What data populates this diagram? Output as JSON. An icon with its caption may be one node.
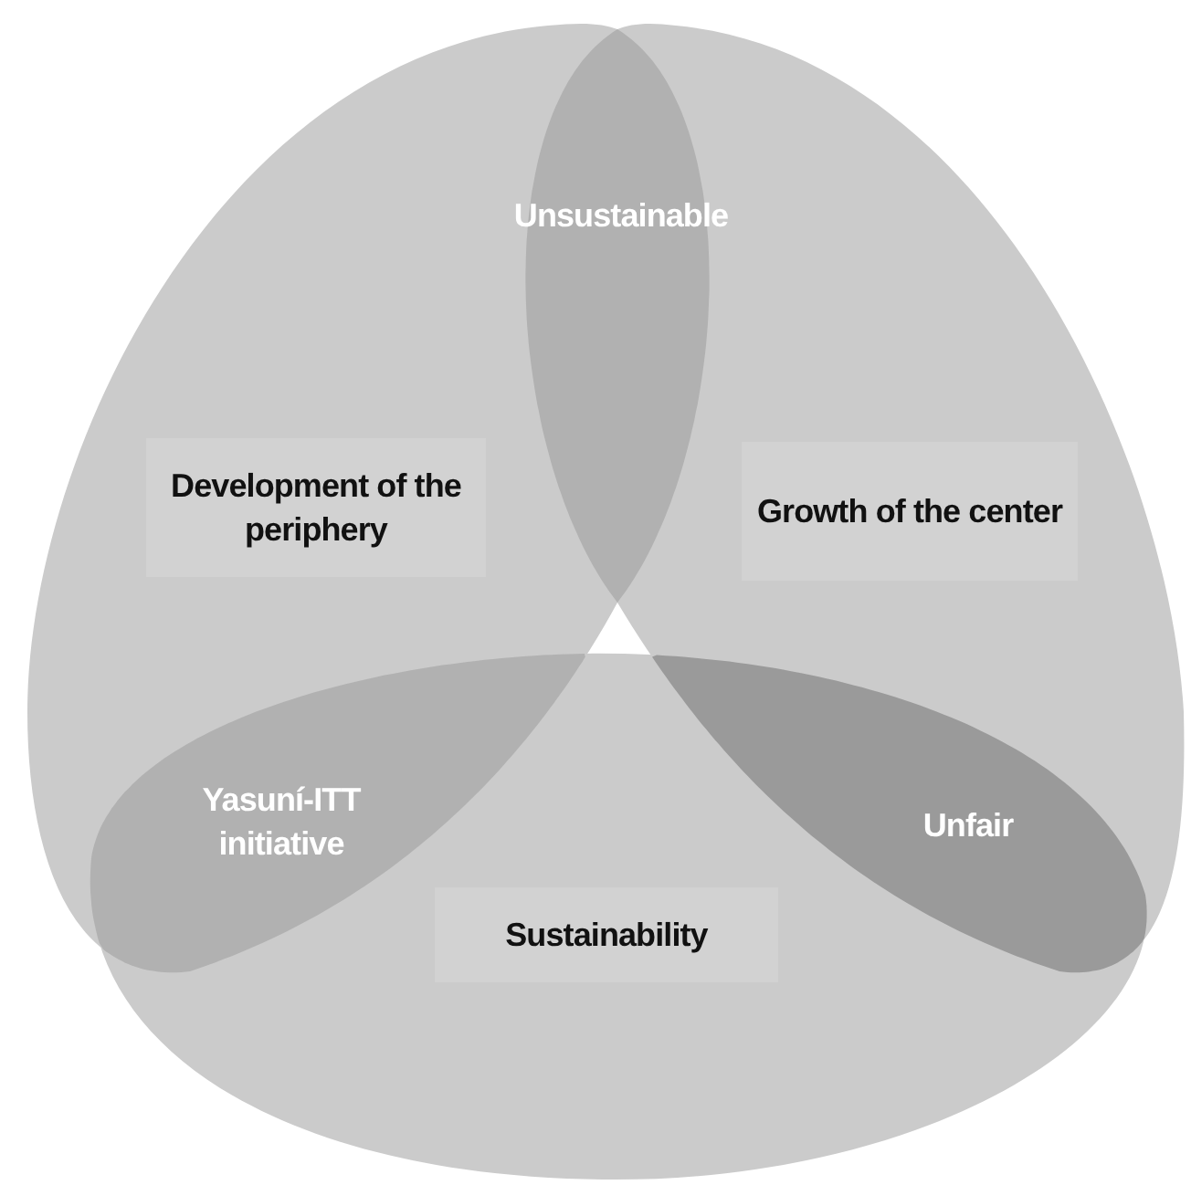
{
  "diagram": {
    "nodes": [
      {
        "text": [
          "Development of the periphery"
        ]
      },
      {
        "text": [
          "Growth of the center"
        ]
      },
      {
        "text": [
          "Sustainability"
        ]
      },
      {
        "text": [
          "Unsustainable"
        ]
      },
      {
        "text": [
          "Yasuní-ITT initiative"
        ]
      },
      {
        "text": [
          "Unfair"
        ]
      }
    ]
  }
}
